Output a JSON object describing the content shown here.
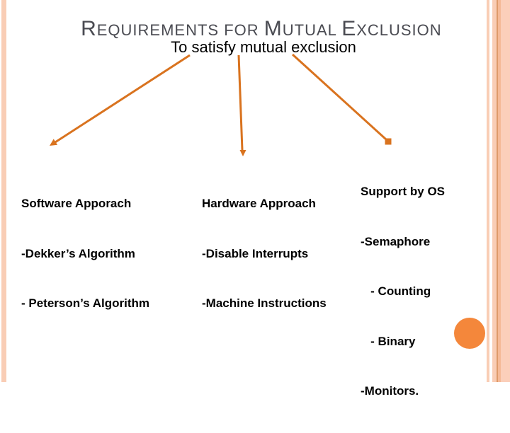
{
  "title": {
    "full_text": "Requirements for Mutual Exclusion",
    "segments": [
      {
        "t": "R"
      },
      {
        "t": "EQUIREMENTS FOR "
      },
      {
        "t": "M"
      },
      {
        "t": "UTUAL "
      },
      {
        "t": "E"
      },
      {
        "t": "XCLUSION"
      }
    ]
  },
  "subtitle": "To satisfy mutual exclusion",
  "approaches": [
    {
      "name": "software",
      "lines": [
        "Software Apporach",
        "-Dekker’s Algorithm",
        "- Peterson’s Algorithm"
      ]
    },
    {
      "name": "hardware",
      "lines": [
        "Hardware Approach",
        "-Disable Interrupts",
        "-Machine Instructions"
      ]
    },
    {
      "name": "os-support",
      "lines": [
        "Support by OS",
        "-Semaphore",
        "   - Counting",
        "   - Binary",
        "-Monitors."
      ]
    }
  ],
  "colors": {
    "title_text": "#4A4B52",
    "body_text": "#000000",
    "arrow": "#D9731F",
    "accent_circle": "#F4873B",
    "stripe_peach": "#F9CDB5",
    "stripe_dark": "#DE9A6A",
    "stripe_medium": "#F5BA97",
    "stripe_pale": "#FBCFBA"
  }
}
